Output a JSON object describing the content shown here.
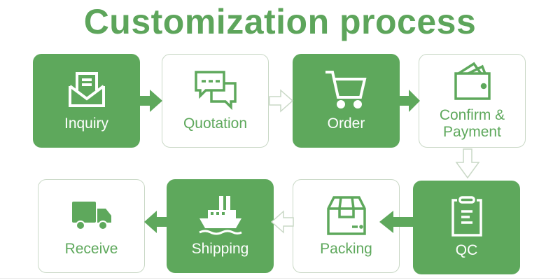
{
  "title": "Customization process",
  "colors": {
    "green": "#5ea85c",
    "outline": "#c9d8c6"
  },
  "steps": [
    {
      "label": "Inquiry",
      "icon": "envelope-icon",
      "style": "filled"
    },
    {
      "label": "Quotation",
      "icon": "chat-bubbles-icon",
      "style": "outlined"
    },
    {
      "label": "Order",
      "icon": "shopping-cart-icon",
      "style": "filled"
    },
    {
      "label": "Confirm &\nPayment",
      "icon": "wallet-icon",
      "style": "outlined"
    },
    {
      "label": "QC",
      "icon": "clipboard-icon",
      "style": "filled"
    },
    {
      "label": "Packing",
      "icon": "box-icon",
      "style": "outlined"
    },
    {
      "label": "Shipping",
      "icon": "ship-icon",
      "style": "filled"
    },
    {
      "label": "Receive",
      "icon": "truck-icon",
      "style": "outlined"
    }
  ]
}
